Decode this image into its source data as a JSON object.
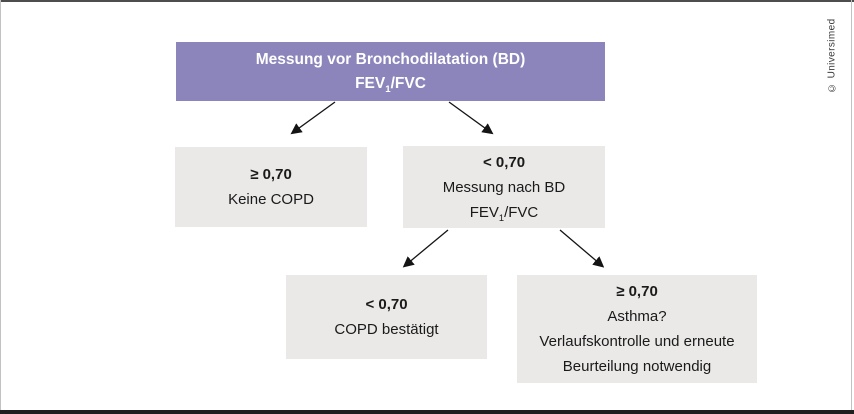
{
  "figure": {
    "copyright": "© Universimed",
    "colors": {
      "accent-purple": "#8b85bb",
      "box-gray": "#eae9e8",
      "text-dark": "#1a1a1a",
      "header-text": "#ffffff",
      "arrow-black": "#141414",
      "rule-top": "#4d4d4d",
      "rule-bottom": "#1f1f1f",
      "border-side": "#c2c2c2"
    }
  },
  "nodes": {
    "root": {
      "line1": "Messung vor Bronchodilatation (BD)",
      "fev": {
        "pre": "FEV",
        "sub": "1",
        "post": "/FVC"
      }
    },
    "no_copd": {
      "value": "≥ 0,70",
      "label": "Keine COPD"
    },
    "after_bd": {
      "value": "< 0,70",
      "label": "Messung nach BD",
      "fev": {
        "pre": "FEV",
        "sub": "1",
        "post": "/FVC"
      }
    },
    "copd_confirmed": {
      "value": "< 0,70",
      "label": "COPD bestätigt"
    },
    "asthma": {
      "value": "≥ 0,70",
      "lines": [
        "Asthma?",
        "Verlaufskontrolle und erneute",
        "Beurteilung notwendig"
      ]
    }
  }
}
